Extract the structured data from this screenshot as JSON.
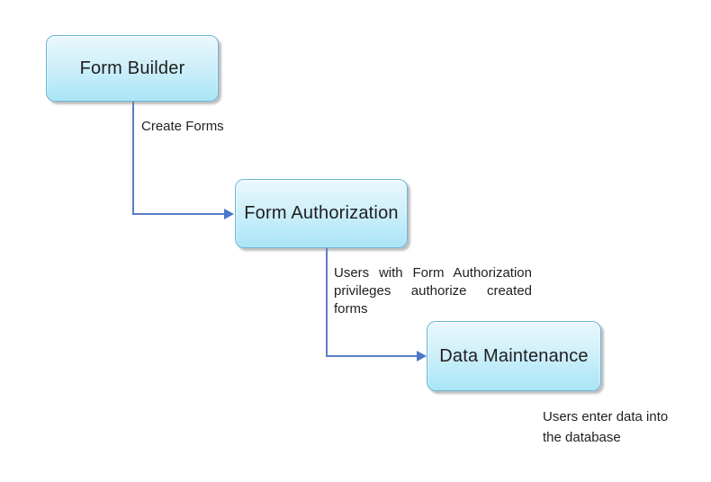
{
  "diagram": {
    "type": "flowchart",
    "background": "#ffffff",
    "nodes": [
      {
        "id": "form-builder",
        "label": "Form Builder"
      },
      {
        "id": "form-authorization",
        "label": "Form Authorization"
      },
      {
        "id": "data-maintenance",
        "label": "Data Maintenance"
      }
    ],
    "edges": [
      {
        "from": "form-builder",
        "to": "form-authorization",
        "label": "Create Forms"
      },
      {
        "from": "form-authorization",
        "to": "data-maintenance",
        "label": "Users with Form Authorization privileges authorize created forms"
      }
    ],
    "notes": [
      {
        "attached_to": "data-maintenance",
        "text": "Users enter data into\nthe database"
      }
    ],
    "colors": {
      "node_fill_top": "#e9f8fd",
      "node_fill_bottom": "#a9e5f7",
      "node_border": "#6cb5d9",
      "connector": "#5b7ec8",
      "arrowhead": "#4a77c8",
      "text": "#1f1f1f"
    }
  }
}
